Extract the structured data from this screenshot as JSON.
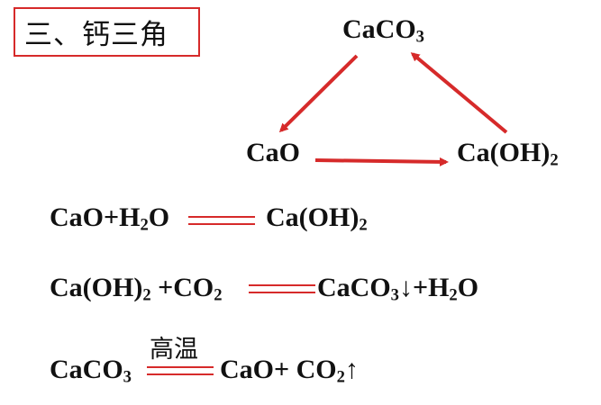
{
  "title": "三、钙三角",
  "triangle": {
    "top": {
      "main": "CaCO",
      "sub": "3"
    },
    "left": {
      "main": "CaO"
    },
    "right": {
      "main": "Ca(OH)",
      "sub": "2"
    }
  },
  "equations": {
    "eq1": {
      "r1": "CaO+H",
      "r1_sub": "2",
      "r1_end": "O",
      "p1": "Ca(OH)",
      "p1_sub": "2"
    },
    "eq2": {
      "r1": "Ca(OH)",
      "r1_sub": "2",
      "r2": " +CO",
      "r2_sub": "2",
      "p1": "CaCO",
      "p1_sub": "3",
      "p1_end": "↓+H",
      "p2_sub": "2",
      "p2_end": "O"
    },
    "eq3": {
      "condition": "高温",
      "r1": "CaCO",
      "r1_sub": "3",
      "p1": "CaO+ CO",
      "p1_sub": "2",
      "p1_end": "↑"
    }
  },
  "colors": {
    "accent": "#d62a2a",
    "text": "#111111"
  }
}
